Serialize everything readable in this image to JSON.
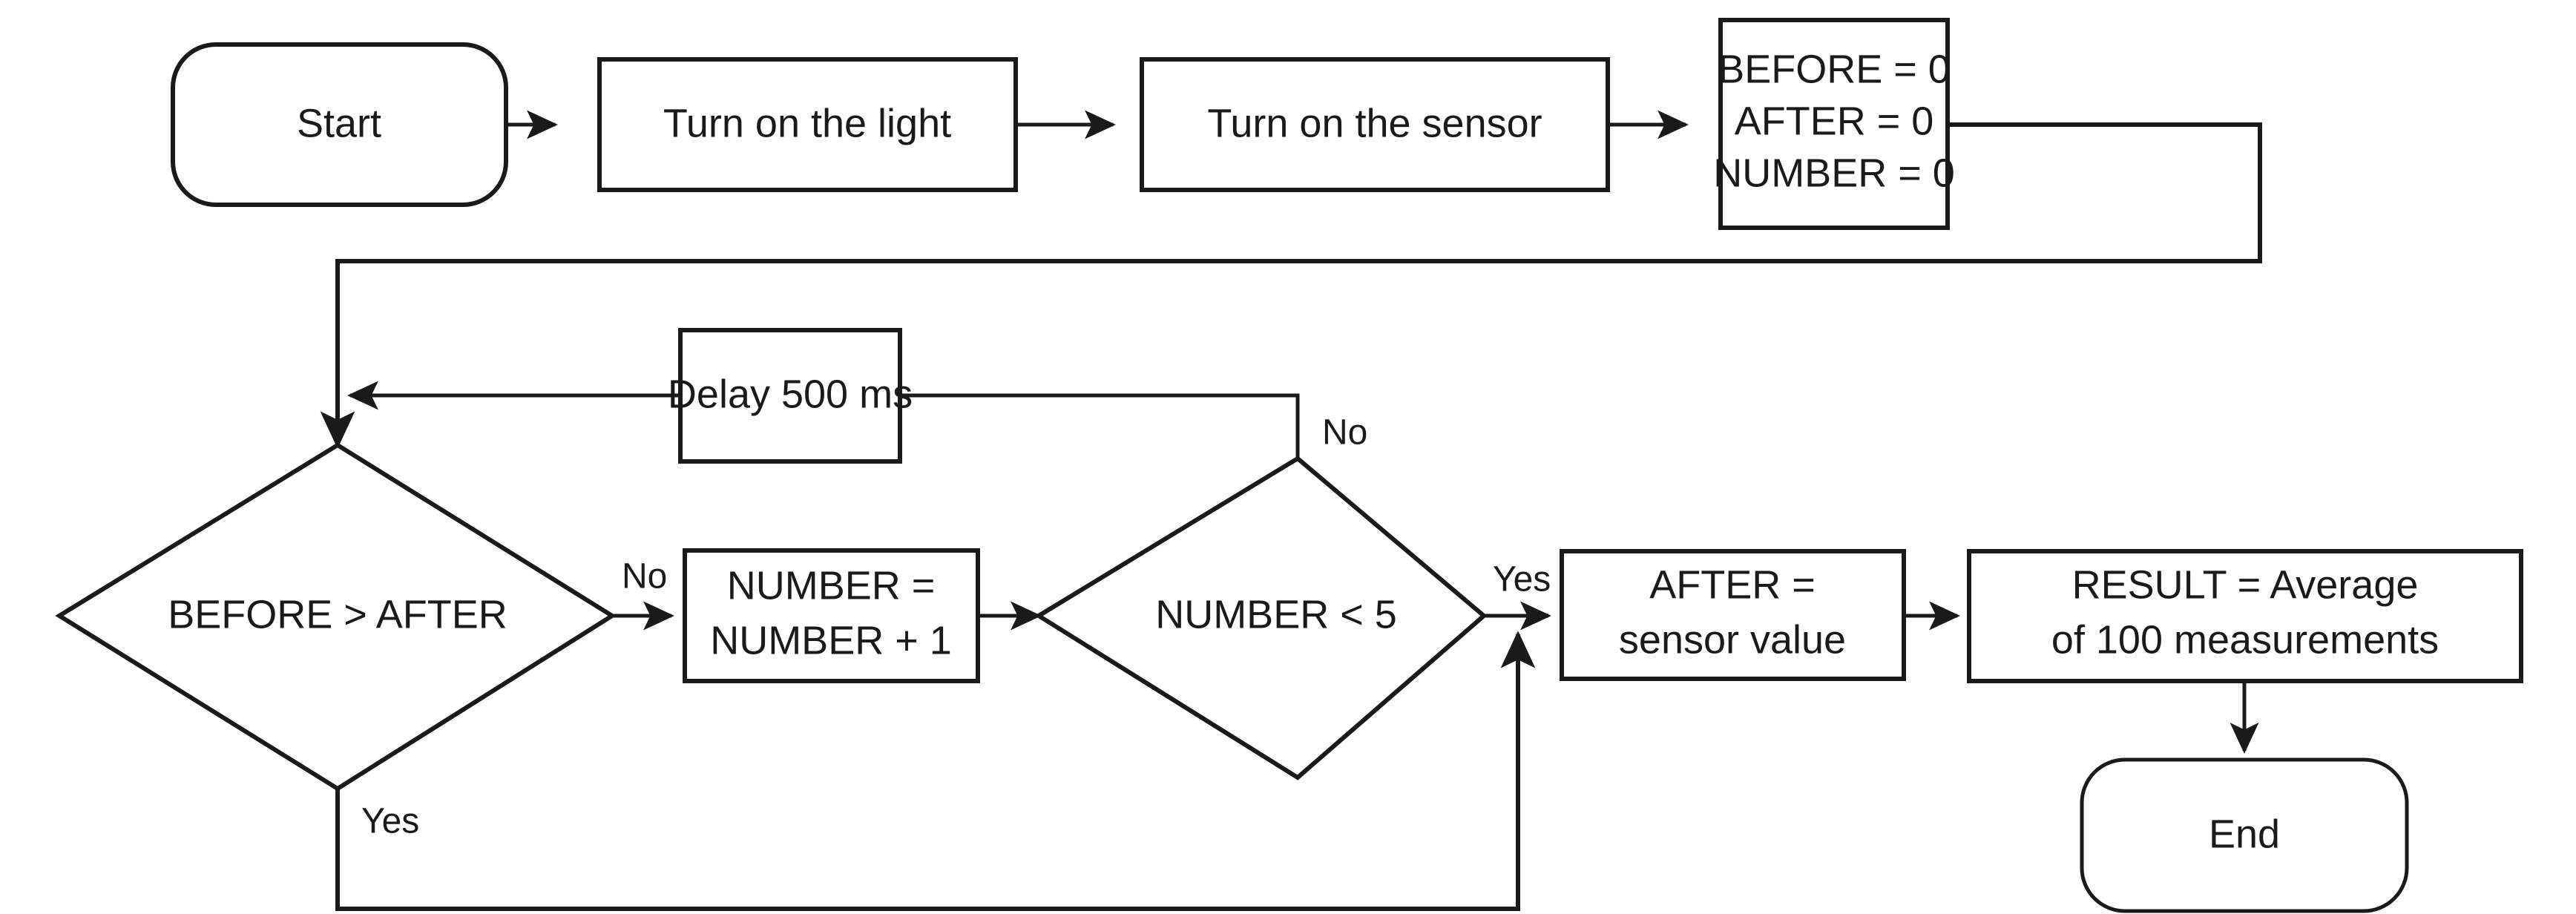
{
  "diagram": {
    "type": "flowchart",
    "title": "Light and sensor measurement loop flowchart",
    "colors": {
      "background": "#ffffff",
      "stroke": "#1a1a1a",
      "fill": "#ffffff",
      "text": "#1a1a1a"
    },
    "nodes": [
      {
        "id": "start",
        "shape": "terminator",
        "lines": [
          "Start"
        ]
      },
      {
        "id": "light",
        "shape": "process",
        "lines": [
          "Turn on the light"
        ]
      },
      {
        "id": "sensor",
        "shape": "process",
        "lines": [
          "Turn on the sensor"
        ]
      },
      {
        "id": "init",
        "shape": "process",
        "lines": [
          "BEFORE = 0",
          "AFTER = 0",
          "NUMBER = 0"
        ]
      },
      {
        "id": "delay",
        "shape": "process",
        "lines": [
          "Delay 500 ms"
        ]
      },
      {
        "id": "compare",
        "shape": "decision",
        "lines": [
          "BEFORE > AFTER"
        ]
      },
      {
        "id": "increment",
        "shape": "process",
        "lines": [
          "NUMBER =",
          "NUMBER + 1"
        ]
      },
      {
        "id": "count",
        "shape": "decision",
        "lines": [
          "NUMBER < 5"
        ]
      },
      {
        "id": "after",
        "shape": "process",
        "lines": [
          "AFTER =",
          "sensor value"
        ]
      },
      {
        "id": "result",
        "shape": "process",
        "lines": [
          "RESULT = Average",
          "of 100 measurements"
        ]
      },
      {
        "id": "end",
        "shape": "terminator",
        "lines": [
          "End"
        ]
      }
    ],
    "edges": [
      {
        "from": "start",
        "to": "light",
        "label": ""
      },
      {
        "from": "light",
        "to": "sensor",
        "label": ""
      },
      {
        "from": "sensor",
        "to": "init",
        "label": ""
      },
      {
        "from": "init",
        "to": "compare",
        "label": ""
      },
      {
        "from": "compare",
        "to": "increment",
        "label": "No"
      },
      {
        "from": "compare",
        "to": "after",
        "label": "Yes"
      },
      {
        "from": "increment",
        "to": "count",
        "label": ""
      },
      {
        "from": "count",
        "to": "after",
        "label": "Yes"
      },
      {
        "from": "count",
        "to": "delay",
        "label": "No"
      },
      {
        "from": "delay",
        "to": "compare",
        "label": ""
      },
      {
        "from": "after",
        "to": "result",
        "label": ""
      },
      {
        "from": "result",
        "to": "end",
        "label": ""
      }
    ],
    "edge_labels": {
      "compare_no": "No",
      "compare_yes": "Yes",
      "count_yes": "Yes",
      "count_no": "No"
    }
  }
}
